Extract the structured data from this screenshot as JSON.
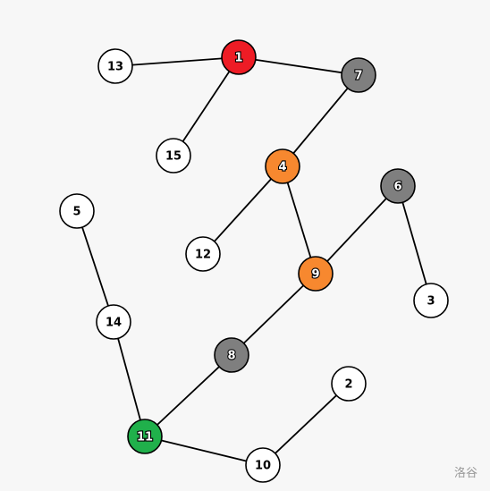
{
  "graph": {
    "nodes": [
      {
        "id": "1",
        "label": "1",
        "color": "#ee1c25",
        "text_color": "#ffffff"
      },
      {
        "id": "2",
        "label": "2",
        "color": "#ffffff",
        "text_color": "#000000"
      },
      {
        "id": "3",
        "label": "3",
        "color": "#ffffff",
        "text_color": "#000000"
      },
      {
        "id": "4",
        "label": "4",
        "color": "#f7882f",
        "text_color": "#ffffff"
      },
      {
        "id": "5",
        "label": "5",
        "color": "#ffffff",
        "text_color": "#000000"
      },
      {
        "id": "6",
        "label": "6",
        "color": "#7f7f7f",
        "text_color": "#ffffff"
      },
      {
        "id": "7",
        "label": "7",
        "color": "#7f7f7f",
        "text_color": "#ffffff"
      },
      {
        "id": "8",
        "label": "8",
        "color": "#7f7f7f",
        "text_color": "#ffffff"
      },
      {
        "id": "9",
        "label": "9",
        "color": "#f7882f",
        "text_color": "#ffffff"
      },
      {
        "id": "10",
        "label": "10",
        "color": "#ffffff",
        "text_color": "#000000"
      },
      {
        "id": "11",
        "label": "11",
        "color": "#20b04b",
        "text_color": "#ffffff"
      },
      {
        "id": "12",
        "label": "12",
        "color": "#ffffff",
        "text_color": "#000000"
      },
      {
        "id": "13",
        "label": "13",
        "color": "#ffffff",
        "text_color": "#000000"
      },
      {
        "id": "14",
        "label": "14",
        "color": "#ffffff",
        "text_color": "#000000"
      },
      {
        "id": "15",
        "label": "15",
        "color": "#ffffff",
        "text_color": "#000000"
      }
    ],
    "edges": [
      [
        "13",
        "1"
      ],
      [
        "1",
        "7"
      ],
      [
        "1",
        "15"
      ],
      [
        "7",
        "4"
      ],
      [
        "4",
        "12"
      ],
      [
        "4",
        "9"
      ],
      [
        "9",
        "6"
      ],
      [
        "6",
        "3"
      ],
      [
        "9",
        "8"
      ],
      [
        "8",
        "11"
      ],
      [
        "5",
        "14"
      ],
      [
        "14",
        "11"
      ],
      [
        "11",
        "10"
      ],
      [
        "10",
        "2"
      ]
    ]
  },
  "watermark": "洛谷"
}
